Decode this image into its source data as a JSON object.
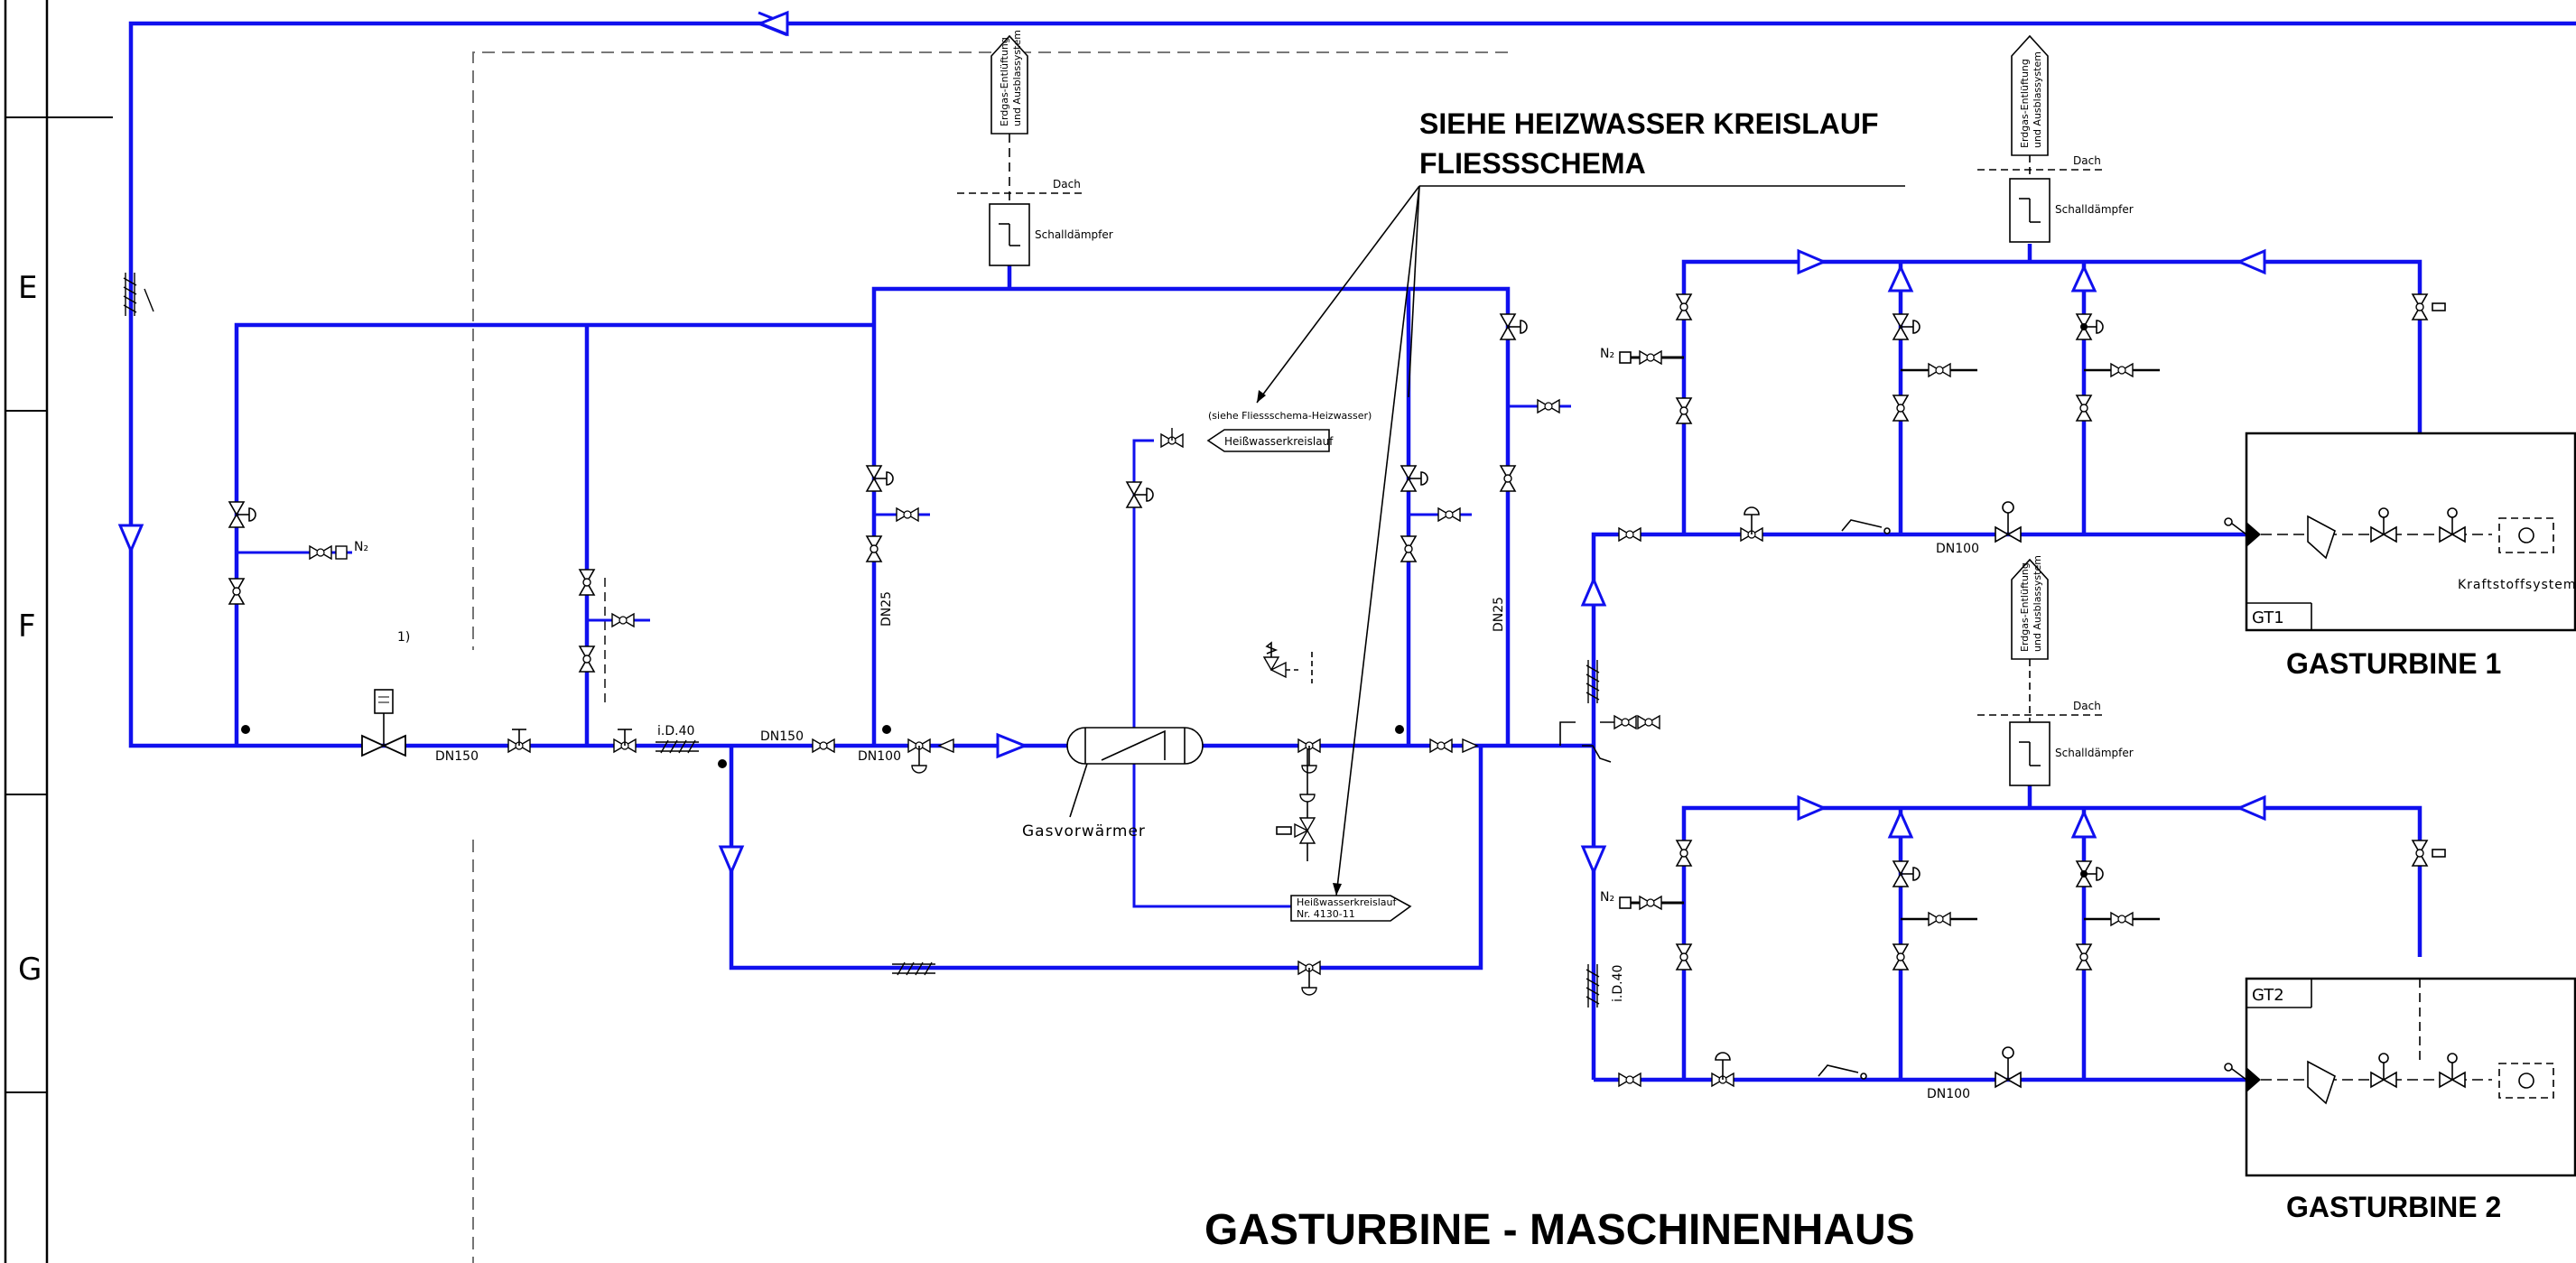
{
  "title": "GASTURBINE - MASCHINENHAUS",
  "note_heating": [
    "SIEHE HEIZWASSER KREISLAUF",
    "FLIESSSCHEMA"
  ],
  "grid_letters": [
    "E",
    "F",
    "G"
  ],
  "units": [
    {
      "label": "GASTURBINE 1",
      "tag": "GT1",
      "fuel_system": "Kraftstoffsystem"
    },
    {
      "label": "GASTURBINE 2",
      "tag": "GT2"
    }
  ],
  "vent_label": [
    "Erdgas-Entlüftung",
    "und Ausblassystem"
  ],
  "roof_label": "Dach",
  "silencer_label": "Schalldämpfer",
  "preheater_label": "Gasvorwärmer",
  "hot_water_ref": "(siehe Fliessschema-Heizwasser)",
  "hot_water_circuit": "Heißwasserkreislauf",
  "hot_water_circuit_2": [
    "Heißwasserkreislauf",
    "Nr. 4130-11"
  ],
  "pipe_labels": {
    "dn150": "DN150",
    "dn100": "DN100",
    "dn25": "DN25",
    "id40": "i.D.40",
    "n2": "N₂",
    "footnote": "1)"
  }
}
